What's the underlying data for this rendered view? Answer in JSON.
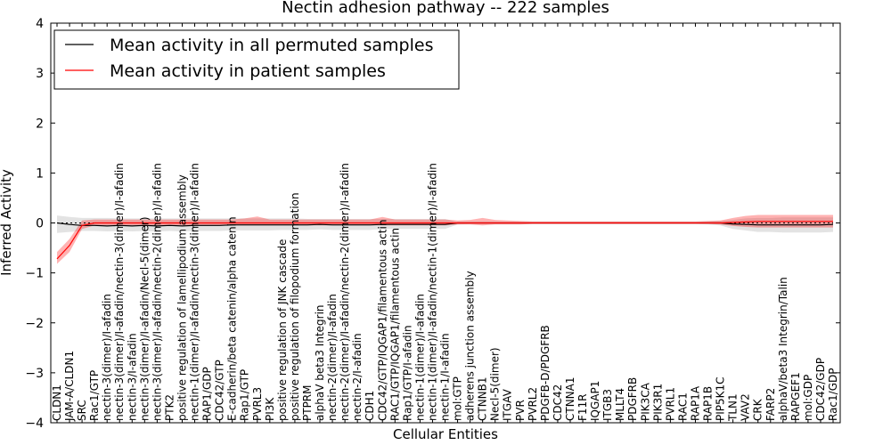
{
  "chart_data": {
    "type": "line",
    "title": "Nectin adhesion pathway -- 222 samples",
    "xlabel": "Cellular Entities",
    "ylabel": "Inferred Activity",
    "ylim": [
      -4,
      4
    ],
    "yticks": [
      -4,
      -3,
      -2,
      -1,
      0,
      1,
      2,
      3,
      4
    ],
    "ytick_labels": [
      "−4",
      "−3",
      "−2",
      "−1",
      "0",
      "1",
      "2",
      "3",
      "4"
    ],
    "legend_position": "top-left",
    "grid": false,
    "categories": [
      "CLDN1",
      "JAM-A/CLDN1",
      "SRC",
      "Rac1/GTP",
      "nectin-3(dimer)/I-afadin",
      "nectin-3(dimer)/I-afadin/nectin-3(dimer)/I-afadin",
      "nectin-3/I-afadin",
      "nectin-3(dimer)/I-afadin/Necl-5(dimer)",
      "nectin-3(dimer)/I-afadin/nectin-2(dimer)/I-afadin",
      "PTK2",
      "positive regulation of lamellipodium assembly",
      "nectin-1(dimer)/I-afadin/nectin-3(dimer)/I-afadin",
      "RAP1/GDP",
      "CDC42/GTP",
      "E-cadherin/beta catenin/alpha catenin",
      "Rap1/GTP",
      "PVRL3",
      "PI3K",
      "positive regulation of JNK cascade",
      "positive regulation of filopodium formation",
      "PTPRM",
      "alphaV beta3 Integrin",
      "nectin-2(dimer)/I-afadin",
      "nectin-2(dimer)/I-afadin/nectin-2(dimer)/I-afadin",
      "nectin-2/I-afadin",
      "CDH1",
      "CDC42/GTP/IQGAP1/filamentous actin",
      "RAC1/GTP/IQGAP1/filamentous actin",
      "Rap1/GTP/I-afadin",
      "nectin-1(dimer)/I-afadin",
      "nectin-1(dimer)/I-afadin/nectin-1(dimer)/I-afadin",
      "nectin-1/I-afadin",
      "mol:GTP",
      "adherens junction assembly",
      "CTNNB1",
      "Necl-5(dimer)",
      "ITGAV",
      "PVR",
      "PVRL2",
      "PDGFB-D/PDGFRB",
      "CDC42",
      "CTNNA1",
      "F11R",
      "IQGAP1",
      "ITGB3",
      "MLLT4",
      "PDGFRB",
      "PIK3CA",
      "PIK3R1",
      "PVRL1",
      "RAC1",
      "RAP1A",
      "RAP1B",
      "PIP5K1C",
      "TLN1",
      "VAV2",
      "CRK",
      "FARP2",
      "alphaV/beta3 Integrin/Talin",
      "RAPGEF1",
      "mol:GDP",
      "CDC42/GDP",
      "Rac1/GDP"
    ],
    "series": [
      {
        "name": "Mean activity in all permuted samples",
        "color": "#000000",
        "values": [
          0.0,
          -0.03,
          -0.05,
          -0.05,
          -0.06,
          -0.05,
          -0.06,
          -0.05,
          -0.06,
          -0.05,
          -0.06,
          -0.05,
          -0.05,
          -0.05,
          -0.04,
          -0.04,
          -0.04,
          -0.04,
          -0.04,
          -0.04,
          -0.04,
          -0.03,
          -0.04,
          -0.04,
          -0.04,
          -0.04,
          -0.03,
          -0.03,
          -0.03,
          -0.03,
          -0.03,
          -0.03,
          0.0,
          0.0,
          0.0,
          0.0,
          0.0,
          0.0,
          0.0,
          0.0,
          0.0,
          0.0,
          0.0,
          0.0,
          0.0,
          0.0,
          0.0,
          0.0,
          0.0,
          0.0,
          0.0,
          0.0,
          0.0,
          0.0,
          -0.02,
          -0.03,
          -0.04,
          -0.04,
          -0.04,
          -0.04,
          -0.04,
          -0.04,
          -0.03
        ],
        "lower": [
          -0.2,
          -0.18,
          -0.16,
          -0.16,
          -0.17,
          -0.16,
          -0.17,
          -0.16,
          -0.17,
          -0.16,
          -0.17,
          -0.16,
          -0.16,
          -0.16,
          -0.15,
          -0.15,
          -0.15,
          -0.15,
          -0.14,
          -0.14,
          -0.14,
          -0.13,
          -0.14,
          -0.14,
          -0.14,
          -0.14,
          -0.12,
          -0.12,
          -0.12,
          -0.12,
          -0.12,
          -0.12,
          -0.03,
          -0.02,
          -0.02,
          -0.02,
          -0.02,
          -0.02,
          -0.02,
          -0.02,
          -0.02,
          -0.02,
          -0.02,
          -0.02,
          -0.02,
          -0.02,
          -0.02,
          -0.02,
          -0.02,
          -0.02,
          -0.02,
          -0.02,
          -0.03,
          -0.05,
          -0.12,
          -0.15,
          -0.18,
          -0.18,
          -0.19,
          -0.19,
          -0.19,
          -0.19,
          -0.18
        ],
        "upper": [
          0.15,
          0.12,
          0.1,
          0.1,
          0.1,
          0.09,
          0.09,
          0.09,
          0.09,
          0.09,
          0.09,
          0.09,
          0.09,
          0.09,
          0.09,
          0.09,
          0.09,
          0.09,
          0.09,
          0.09,
          0.08,
          0.08,
          0.08,
          0.08,
          0.08,
          0.08,
          0.08,
          0.08,
          0.08,
          0.08,
          0.08,
          0.08,
          0.02,
          0.02,
          0.02,
          0.02,
          0.02,
          0.02,
          0.02,
          0.02,
          0.02,
          0.02,
          0.02,
          0.02,
          0.02,
          0.02,
          0.02,
          0.02,
          0.02,
          0.02,
          0.02,
          0.02,
          0.03,
          0.04,
          0.06,
          0.09,
          0.1,
          0.1,
          0.11,
          0.11,
          0.11,
          0.11,
          0.11
        ]
      },
      {
        "name": "Mean activity in patient samples",
        "color": "#ff0000",
        "values": [
          -0.72,
          -0.45,
          -0.05,
          0.0,
          0.0,
          0.0,
          0.0,
          0.0,
          0.0,
          0.0,
          0.0,
          0.0,
          0.0,
          0.0,
          0.0,
          0.0,
          0.0,
          0.0,
          0.0,
          0.0,
          0.0,
          0.0,
          0.0,
          0.0,
          0.0,
          0.0,
          0.0,
          0.0,
          0.0,
          0.0,
          0.0,
          0.0,
          0.0,
          0.0,
          0.0,
          0.0,
          0.0,
          0.0,
          0.0,
          0.0,
          0.0,
          0.0,
          0.0,
          0.0,
          0.0,
          0.0,
          0.0,
          0.0,
          0.0,
          0.0,
          0.0,
          0.0,
          0.0,
          0.0,
          0.01,
          0.02,
          0.03,
          0.03,
          0.03,
          0.03,
          0.03,
          0.03,
          0.03
        ],
        "lower": [
          -0.82,
          -0.58,
          -0.12,
          -0.05,
          -0.05,
          -0.05,
          -0.05,
          -0.05,
          -0.05,
          -0.05,
          -0.05,
          -0.05,
          -0.05,
          -0.05,
          -0.05,
          -0.05,
          -0.05,
          -0.05,
          -0.05,
          -0.05,
          -0.05,
          -0.05,
          -0.05,
          -0.05,
          -0.05,
          -0.05,
          -0.05,
          -0.05,
          -0.05,
          -0.05,
          -0.05,
          -0.05,
          -0.03,
          -0.03,
          -0.05,
          -0.03,
          -0.03,
          -0.03,
          -0.02,
          -0.02,
          -0.02,
          -0.02,
          -0.02,
          -0.02,
          -0.02,
          -0.02,
          -0.02,
          -0.02,
          -0.02,
          -0.02,
          -0.02,
          -0.02,
          -0.02,
          -0.03,
          -0.06,
          -0.08,
          -0.09,
          -0.09,
          -0.09,
          -0.09,
          -0.09,
          -0.09,
          -0.09
        ],
        "upper": [
          -0.58,
          -0.32,
          0.05,
          0.07,
          0.07,
          0.07,
          0.07,
          0.07,
          0.07,
          0.07,
          0.07,
          0.07,
          0.07,
          0.07,
          0.07,
          0.09,
          0.13,
          0.07,
          0.07,
          0.07,
          0.07,
          0.07,
          0.07,
          0.07,
          0.07,
          0.07,
          0.12,
          0.07,
          0.07,
          0.07,
          0.07,
          0.07,
          0.05,
          0.06,
          0.1,
          0.06,
          0.05,
          0.04,
          0.03,
          0.03,
          0.03,
          0.03,
          0.03,
          0.03,
          0.03,
          0.03,
          0.03,
          0.03,
          0.03,
          0.03,
          0.03,
          0.03,
          0.04,
          0.05,
          0.1,
          0.14,
          0.16,
          0.16,
          0.16,
          0.16,
          0.16,
          0.16,
          0.16
        ]
      }
    ]
  }
}
